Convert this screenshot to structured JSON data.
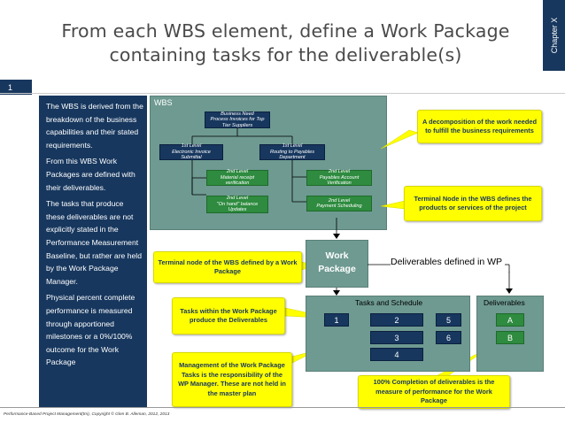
{
  "title": "From each WBS element, define a Work Package containing tasks for the deliverable(s)",
  "chapter": "Chapter X",
  "slide_number": "1",
  "left_text": [
    "The WBS is derived from the breakdown of the business capabilities and their stated requirements.",
    "From this WBS Work Packages are defined with their deliverables.",
    "The tasks that produce these deliverables are not explicitly stated in the Performance Measurement Baseline, but rather are held by the Work Package Manager.",
    "Physical percent complete performance is measured through apportioned milestones or a 0%/100% outcome for the Work Package"
  ],
  "wbs": {
    "label": "WBS",
    "root": [
      "Business Need",
      "Process Invoices for Top",
      "Tier Suppliers"
    ],
    "level1_left": [
      "1st Level",
      "Electronic Invoice",
      "Submittal"
    ],
    "level1_right": [
      "1st Level",
      "Routing to Payables",
      "Department"
    ],
    "l2_left_a": [
      "2nd Level",
      "Material receipt",
      "verification"
    ],
    "l2_left_b": [
      "2nd Level",
      "\"On hand\" balance",
      "Updates"
    ],
    "l2_right_a": [
      "2nd Level",
      "Payables Account",
      "Verification"
    ],
    "l2_right_b": [
      "2nd Level",
      "Payment Scheduling"
    ]
  },
  "callouts": {
    "decomposition": "A decomposition of the work needed to fulfill the business requirements",
    "terminal_node_wbs": "Terminal Node in the WBS defines the products or services of the project",
    "terminal_node_wp": "Terminal node of the WBS defined by a Work Package",
    "tasks_within": "Tasks within the Work Package produce the Deliverables",
    "management": "Management of the Work Package Tasks is the responsibility of the WP Manager. These are not held in the master plan",
    "completion": "100% Completion of deliverables is the measure of performance for the Work Package"
  },
  "work_package": [
    "Work",
    "Package"
  ],
  "deliverables_defined": "Deliverables defined in WP",
  "tasks_header": "Tasks and Schedule",
  "deliverables_header": "Deliverables",
  "tasks": [
    "1",
    "2",
    "5",
    "3",
    "6",
    "4"
  ],
  "deliverables": [
    "A",
    "B"
  ],
  "footer": "Performance-Based Project Management(tm), Copyright © Glen B. Alleman, 2012, 2013"
}
